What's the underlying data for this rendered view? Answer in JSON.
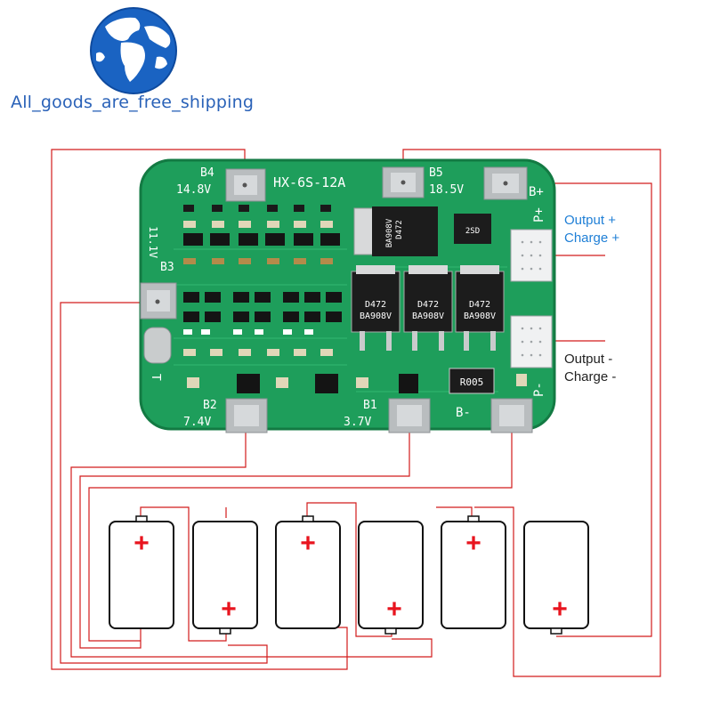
{
  "store": {
    "name": "All_goods_are_free_shipping"
  },
  "board": {
    "model": "HX-6S-12A",
    "pads": [
      {
        "id": "B4",
        "label": "B4",
        "voltage": "14.8V"
      },
      {
        "id": "B5",
        "label": "B5",
        "voltage": "18.5V"
      },
      {
        "id": "Bplus",
        "label": "B+"
      },
      {
        "id": "B3",
        "label": "B3",
        "voltage": "11.1V"
      },
      {
        "id": "B2",
        "label": "B2",
        "voltage": "7.4V"
      },
      {
        "id": "B1",
        "label": "B1",
        "voltage": "3.7V"
      },
      {
        "id": "Bminus",
        "label": "B-"
      },
      {
        "id": "Pplus",
        "label": "P+"
      },
      {
        "id": "Pminus",
        "label": "P-"
      }
    ],
    "components": {
      "mosfet_top": {
        "line1": "D472",
        "line2": "BA908V"
      },
      "mosfet_1": {
        "line1": "D472",
        "line2": "BA908V"
      },
      "mosfet_2": {
        "line1": "D472",
        "line2": "BA908V"
      },
      "mosfet_3": {
        "line1": "D472",
        "line2": "BA908V"
      },
      "small_chip": "2SD",
      "resistor": "R005",
      "t_mark": "T"
    }
  },
  "outputs": {
    "plus": {
      "line1": "Output +",
      "line2": "Charge +"
    },
    "minus": {
      "line1": "Output -",
      "line2": "Charge -"
    }
  },
  "batteries": {
    "count": 6,
    "plus_symbol": "+"
  },
  "colors": {
    "pcb": "#1e9e5b",
    "pcb_light": "#44c07e",
    "wire": "#d21c1c",
    "label_blue": "#1f7fd6",
    "globe": "#1a63c2",
    "plus_red": "#e8141e"
  }
}
